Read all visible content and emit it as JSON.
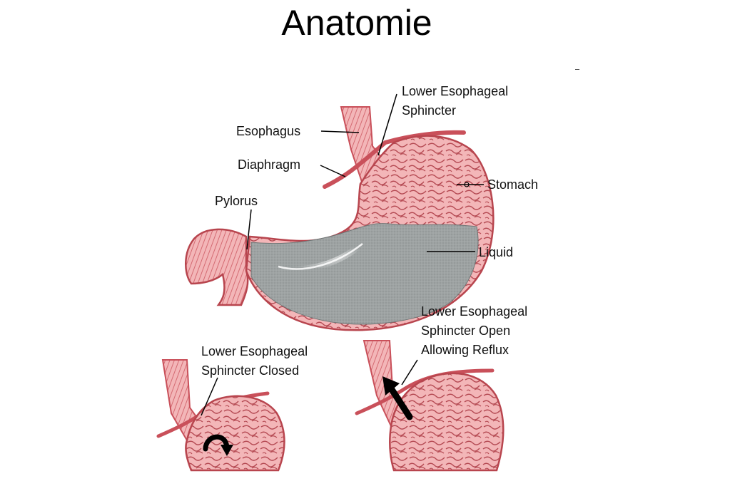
{
  "title": "Anatomie",
  "colors": {
    "tissue": "#f3b6b8",
    "muscle_stroke": "#c9505a",
    "liquid": "#9ea3a3",
    "leader": "#000000"
  },
  "main_diagram": {
    "labels": {
      "les_line1": "Lower Esophageal",
      "les_line2": "Sphincter",
      "esophagus": "Esophagus",
      "diaphragm": "Diaphragm",
      "stomach": "Stomach",
      "pylorus": "Pylorus",
      "liquid": "Liquid"
    }
  },
  "closed_diagram": {
    "label_line1": "Lower Esophageal",
    "label_line2": "Sphincter Closed"
  },
  "open_diagram": {
    "label_line1": "Lower Esophageal",
    "label_line2": "Sphincter Open",
    "label_line3": "Allowing Reflux"
  }
}
